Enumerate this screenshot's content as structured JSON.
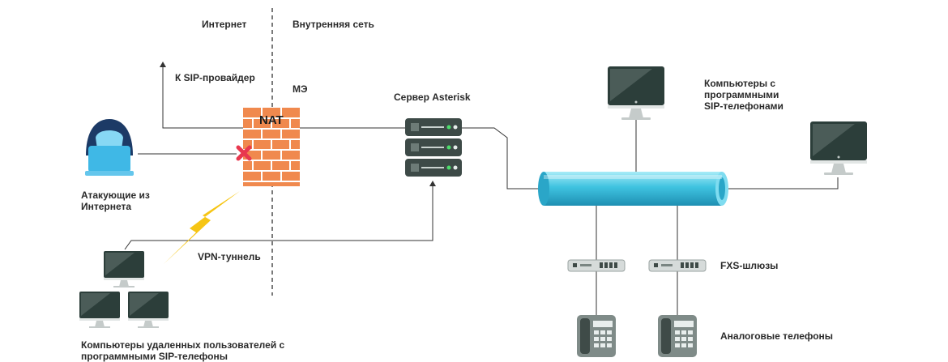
{
  "zones": {
    "internet": "Интернет",
    "internal": "Внутренняя сеть"
  },
  "labels": {
    "sip_provider": "К SIP-провайдер",
    "firewall": "МЭ",
    "nat": "NAT",
    "asterisk": "Сервер Asterisk",
    "softphones": [
      "Компьютеры с",
      "программными",
      "SIP-телефонами"
    ],
    "attackers": [
      "Атакующие из",
      "Интернета"
    ],
    "vpn": "VPN-туннель",
    "fxs": "FXS-шлюзы",
    "analog": "Аналоговые телефоны",
    "remote": [
      "Компьютеры удаленных пользователей с",
      "программными SIP-телефоны"
    ]
  },
  "colors": {
    "line": "#333333",
    "brick": "#f0894e",
    "pipe": "#37b9d7",
    "lightning": "#f6c514",
    "cross": "#e8384f",
    "monitor": "#2c3e3a"
  }
}
